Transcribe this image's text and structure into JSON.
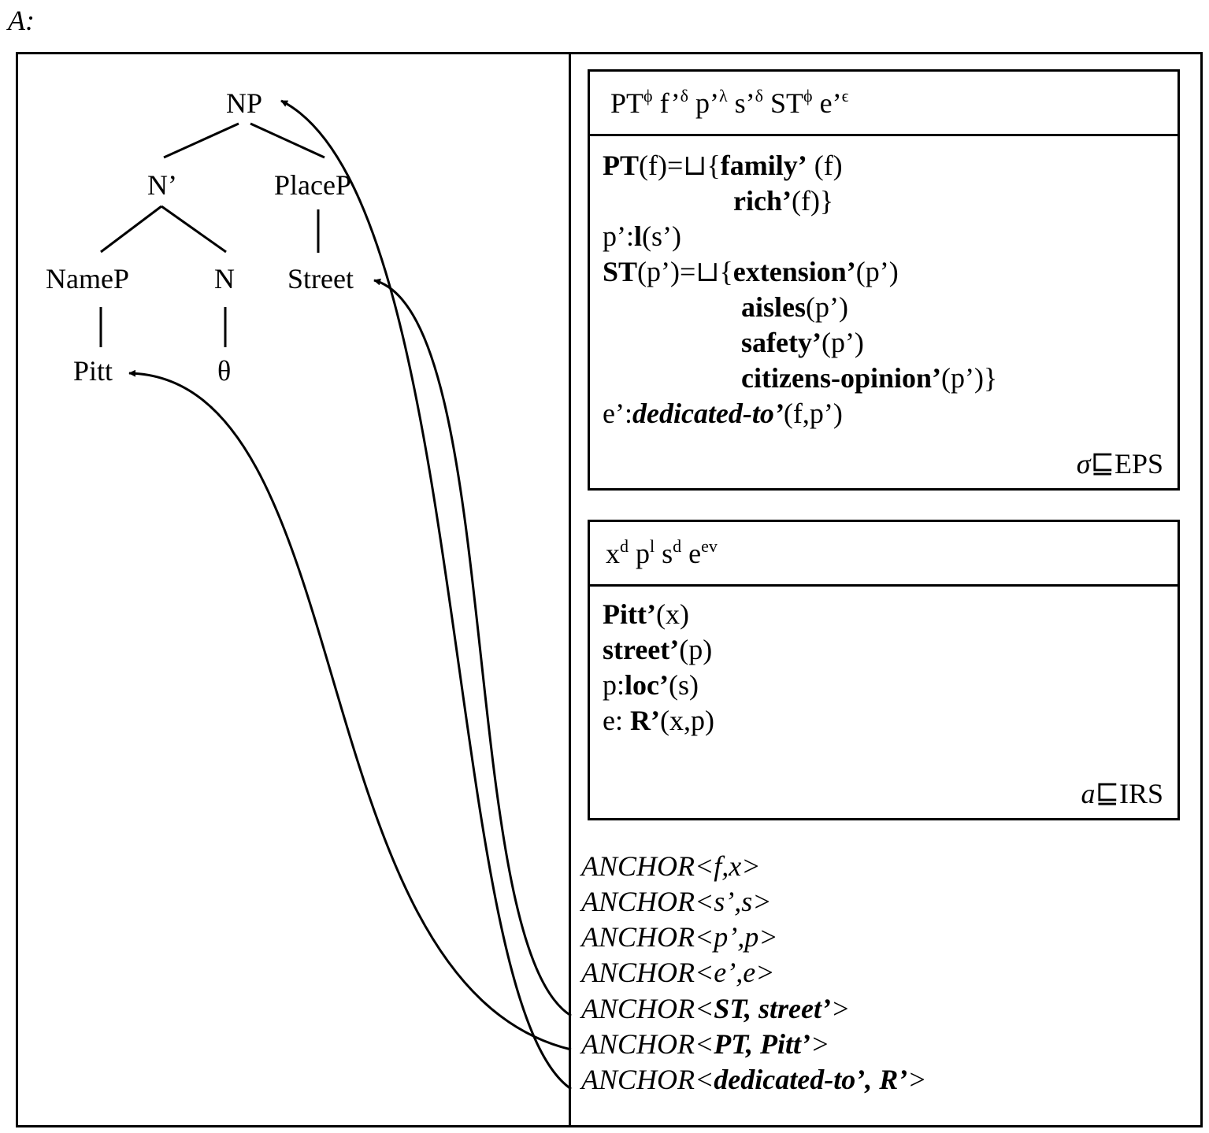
{
  "figure_label": "A:",
  "tree": {
    "np": "NP",
    "nbar": "N’",
    "placep": "PlaceP",
    "namep": "NameP",
    "n": "N",
    "street": "Street",
    "pitt": "Pitt",
    "theta": "θ"
  },
  "eps": {
    "header": {
      "pt": "PT",
      "pt_sup": "ϕ",
      "f": "f’",
      "f_sup": "δ",
      "p": "p’",
      "p_sup": "λ",
      "s": "s’",
      "s_sup": "δ",
      "st": "ST",
      "st_sup": "ϕ",
      "e": "e’",
      "e_sup": "ϵ"
    },
    "conditions": {
      "l1_a": "PT",
      "l1_b": "(f)=⊔{",
      "l1_c": "family’",
      "l1_d": " (f)",
      "l2_a": "rich’",
      "l2_b": "(f)}",
      "l3_a": "p’:",
      "l3_b": "l",
      "l3_c": "(s’)",
      "l4_a": "ST",
      "l4_b": "(p’)=⊔{",
      "l4_c": "extension’",
      "l4_d": "(p’)",
      "l5_a": "aisles",
      "l5_b": "(p’)",
      "l6_a": "safety’",
      "l6_b": "(p’)",
      "l7_a": "citizens-opinion’",
      "l7_b": "(p’)}",
      "l8_a": "e’:",
      "l8_b": "dedicated-to’",
      "l8_c": "(f,p’)"
    },
    "label_sigma": "σ",
    "label_rest": "⊑EPS"
  },
  "irs": {
    "header": {
      "x": "x",
      "x_sup": "d",
      "p": "p",
      "p_sup": "l",
      "s": "s",
      "s_sup": "d",
      "e": "e",
      "e_sup": "ev"
    },
    "conditions": {
      "l1_a": "Pitt’",
      "l1_b": "(x)",
      "l2_a": "street’",
      "l2_b": "(p)",
      "l3_a": "p:",
      "l3_b": "loc’",
      "l3_c": "(s)",
      "l4_a": "e: ",
      "l4_b": "R’",
      "l4_c": "(x,p)"
    },
    "label_a": "a",
    "label_rest": "⊑IRS"
  },
  "anchors": {
    "a1": "ANCHOR<f,x>",
    "a2": "ANCHOR<s’,s>",
    "a3": "ANCHOR<p’,p>",
    "a4": "ANCHOR<e’,e>",
    "a5_pre": "ANCHOR<",
    "a5_bold": "ST, street’",
    "a5_post": ">",
    "a6_pre": "ANCHOR<",
    "a6_bold": "PT, Pitt’",
    "a6_post": ">",
    "a7_pre": "ANCHOR<",
    "a7_bold": "dedicated-to’, R’",
    "a7_post": ">"
  }
}
